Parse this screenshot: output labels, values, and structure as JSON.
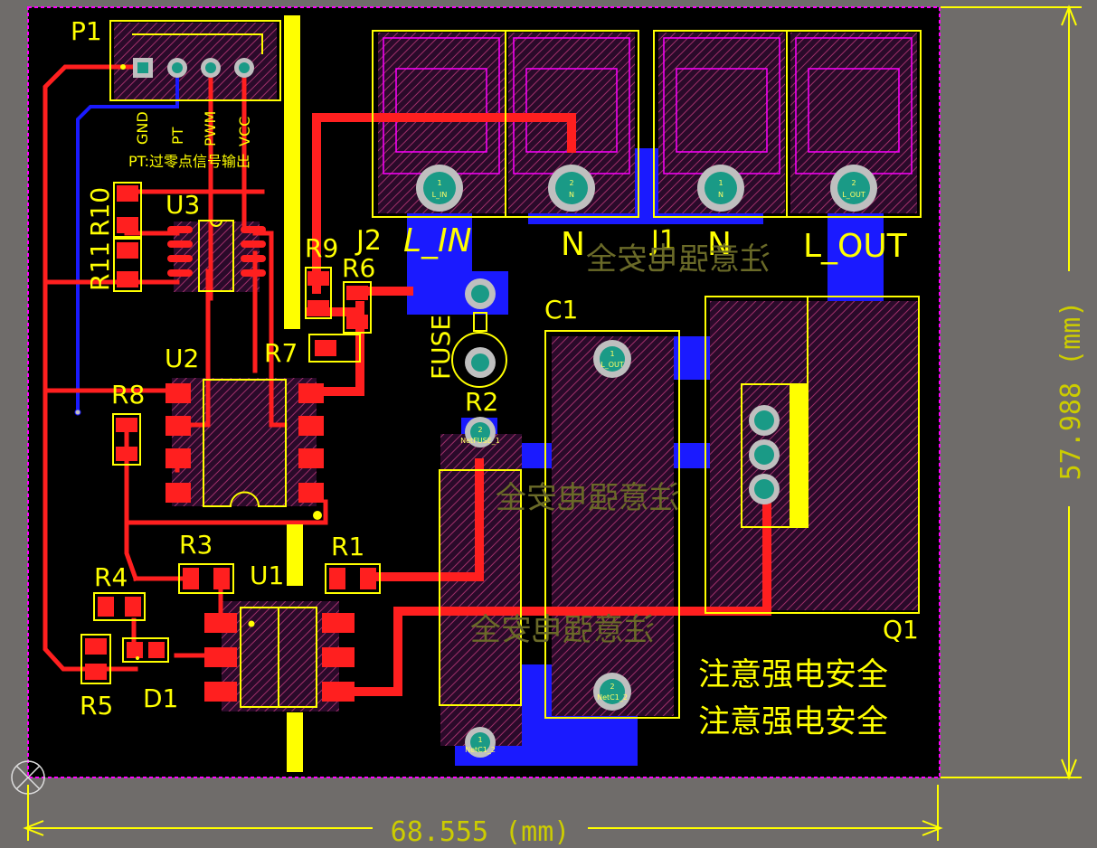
{
  "board": {
    "colors": {
      "background": "#6f6c6a",
      "board": "#000000",
      "top_copper": "#ff1f1f",
      "bottom_copper": "#1a1aff",
      "silkscreen": "#ffff00",
      "outline": "#ff00ff",
      "pad_hole": "#1a9a86"
    },
    "dimension_width": "68.555 (mm)",
    "dimension_height": "57.988 (mm)"
  },
  "components": {
    "P1": "P1",
    "U3": "U3",
    "R10": "R10",
    "R11": "R11",
    "R9": "R9",
    "R6": "R6",
    "R7": "R7",
    "U2": "U2",
    "R8": "R8",
    "R3": "R3",
    "R1": "R1",
    "U1": "U1",
    "R4": "R4",
    "R5": "R5",
    "D1": "D1",
    "J2": "J2",
    "J1": "J1",
    "C1": "C1",
    "R2": "R2",
    "Q1": "Q1",
    "FUSE": "FUSE"
  },
  "pins": {
    "p1_labels": [
      "GND",
      "PT",
      "PWM",
      "VCC"
    ],
    "pt_note": "PT:过零点信号输出",
    "terminals": {
      "l_in": "L_IN",
      "n1": "N",
      "n2": "N",
      "l_out": "L_OUT"
    },
    "pad_labels": {
      "j2_1_num": "1",
      "j2_1_net": "L_IN",
      "j2_2_num": "2",
      "j2_2_net": "N",
      "j1_1_num": "1",
      "j1_1_net": "N",
      "j1_2_num": "2",
      "j1_2_net": "L_OUT",
      "c1_1_num": "1",
      "c1_1_net": "L_OUT",
      "r2_2_num": "2",
      "r2_2_net": "NetFUSE_1",
      "c1_2_num": "2",
      "c1_2_net": "NetC1_2",
      "r2_1_num": "1",
      "r2_1_net": "NetC1_2"
    }
  },
  "warnings": {
    "w1": "注意强电安全",
    "w2": "注意强电安全",
    "w3": "注意强电安全",
    "w4": "注意强电安全",
    "w5": "注意强电安全"
  }
}
